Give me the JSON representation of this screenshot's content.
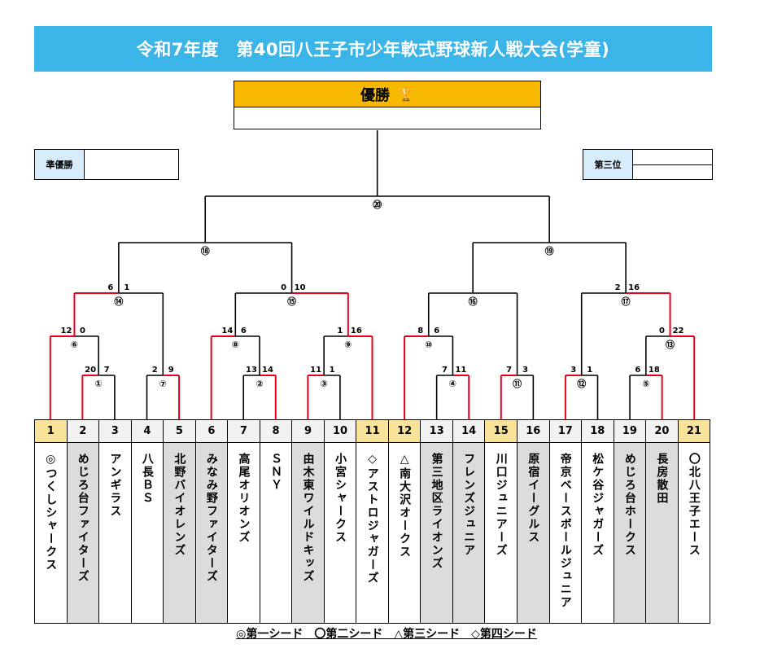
{
  "title": "令和7年度　第40回八王子市少年軟式野球新人戦大会(学童)",
  "champion": {
    "label": "優勝",
    "trophy_icon": "trophy-icon"
  },
  "runner_up": {
    "label": "準優勝"
  },
  "third_place": {
    "label": "第三位"
  },
  "colors": {
    "title_bg": "#3bb5e8",
    "champion_bg": "#f6b800",
    "winner_line": "#e8001c",
    "seed_number_bg": "#f8e39a"
  },
  "legend": "◎第一シード　〇第二シード　△第三シード　◇第四シード",
  "teams": [
    {
      "num": "1",
      "name": "◎つくしシャークス",
      "seed": true,
      "gray": false
    },
    {
      "num": "2",
      "name": "めじろ台ファイターズ",
      "seed": false,
      "gray": true
    },
    {
      "num": "3",
      "name": "アンギラス",
      "seed": false,
      "gray": false
    },
    {
      "num": "4",
      "name": "八長ＢＳ",
      "seed": false,
      "gray": false
    },
    {
      "num": "5",
      "name": "北野バイオレンズ",
      "seed": false,
      "gray": true
    },
    {
      "num": "6",
      "name": "みなみ野ファイターズ",
      "seed": false,
      "gray": true
    },
    {
      "num": "7",
      "name": "高尾オリオンズ",
      "seed": false,
      "gray": false
    },
    {
      "num": "8",
      "name": "ＳＮＹ",
      "seed": false,
      "gray": false
    },
    {
      "num": "9",
      "name": "由木東ワイルドキッズ",
      "seed": false,
      "gray": true
    },
    {
      "num": "10",
      "name": "小宮シャークス",
      "seed": false,
      "gray": false
    },
    {
      "num": "11",
      "name": "◇アストロジャガーズ",
      "seed": true,
      "gray": false
    },
    {
      "num": "12",
      "name": "△南大沢オークス",
      "seed": true,
      "gray": false
    },
    {
      "num": "13",
      "name": "第三地区ライオンズ",
      "seed": false,
      "gray": true
    },
    {
      "num": "14",
      "name": "フレンズジュニア",
      "seed": false,
      "gray": true
    },
    {
      "num": "15",
      "name": "川口ジュニアーズ",
      "seed": true,
      "gray": false
    },
    {
      "num": "16",
      "name": "原宿イーグルス",
      "seed": false,
      "gray": true
    },
    {
      "num": "17",
      "name": "帝京ベースボールジュニア",
      "seed": false,
      "gray": false
    },
    {
      "num": "18",
      "name": "松ケ谷ジャガーズ",
      "seed": false,
      "gray": false
    },
    {
      "num": "19",
      "name": "めじろ台ホークス",
      "seed": false,
      "gray": true
    },
    {
      "num": "20",
      "name": "長房散田",
      "seed": false,
      "gray": true
    },
    {
      "num": "21",
      "name": "〇北八王子エース",
      "seed": true,
      "gray": false
    }
  ],
  "matches": [
    {
      "no": "①",
      "left": "2",
      "right": "3",
      "score_l": "20",
      "score_r": "7",
      "winner": "left"
    },
    {
      "no": "②",
      "left": "7",
      "right": "8",
      "score_l": "13",
      "score_r": "14",
      "winner": "right"
    },
    {
      "no": "③",
      "left": "9",
      "right": "10",
      "score_l": "11",
      "score_r": "1",
      "winner": "left"
    },
    {
      "no": "④",
      "left": "13",
      "right": "14",
      "score_l": "7",
      "score_r": "11",
      "winner": "right"
    },
    {
      "no": "⑤",
      "left": "19",
      "right": "20",
      "score_l": "6",
      "score_r": "18",
      "winner": "right"
    },
    {
      "no": "⑥",
      "left": "1",
      "right": "①",
      "score_l": "12",
      "score_r": "0",
      "winner": "left"
    },
    {
      "no": "⑦",
      "left": "4",
      "right": "5",
      "score_l": "2",
      "score_r": "9",
      "winner": "right"
    },
    {
      "no": "⑧",
      "left": "6",
      "right": "②",
      "score_l": "14",
      "score_r": "6",
      "winner": "left"
    },
    {
      "no": "⑨",
      "left": "③",
      "right": "11",
      "score_l": "1",
      "score_r": "16",
      "winner": "right"
    },
    {
      "no": "⑩",
      "left": "12",
      "right": "④",
      "score_l": "8",
      "score_r": "6",
      "winner": "left"
    },
    {
      "no": "⑪",
      "left": "15",
      "right": "16",
      "score_l": "7",
      "score_r": "3",
      "winner": "left"
    },
    {
      "no": "⑫",
      "left": "17",
      "right": "18",
      "score_l": "3",
      "score_r": "1",
      "winner": "left"
    },
    {
      "no": "⑬",
      "left": "⑤",
      "right": "21",
      "score_l": "0",
      "score_r": "22",
      "winner": "right"
    },
    {
      "no": "⑭",
      "left": "⑥",
      "right": "⑦",
      "score_l": "6",
      "score_r": "1",
      "winner": "left"
    },
    {
      "no": "⑮",
      "left": "⑧",
      "right": "⑨",
      "score_l": "0",
      "score_r": "10",
      "winner": "right"
    },
    {
      "no": "⑯",
      "left": "⑩",
      "right": "⑪",
      "score_l": "",
      "score_r": "",
      "winner": ""
    },
    {
      "no": "⑰",
      "left": "⑫",
      "right": "⑬",
      "score_l": "2",
      "score_r": "16",
      "winner": "right"
    },
    {
      "no": "⑱",
      "left": "⑭",
      "right": "⑮",
      "score_l": "",
      "score_r": "",
      "winner": ""
    },
    {
      "no": "⑲",
      "left": "⑯",
      "right": "⑰",
      "score_l": "",
      "score_r": "",
      "winner": ""
    },
    {
      "no": "⑳",
      "left": "⑱",
      "right": "⑲",
      "score_l": "",
      "score_r": "",
      "winner": ""
    }
  ]
}
